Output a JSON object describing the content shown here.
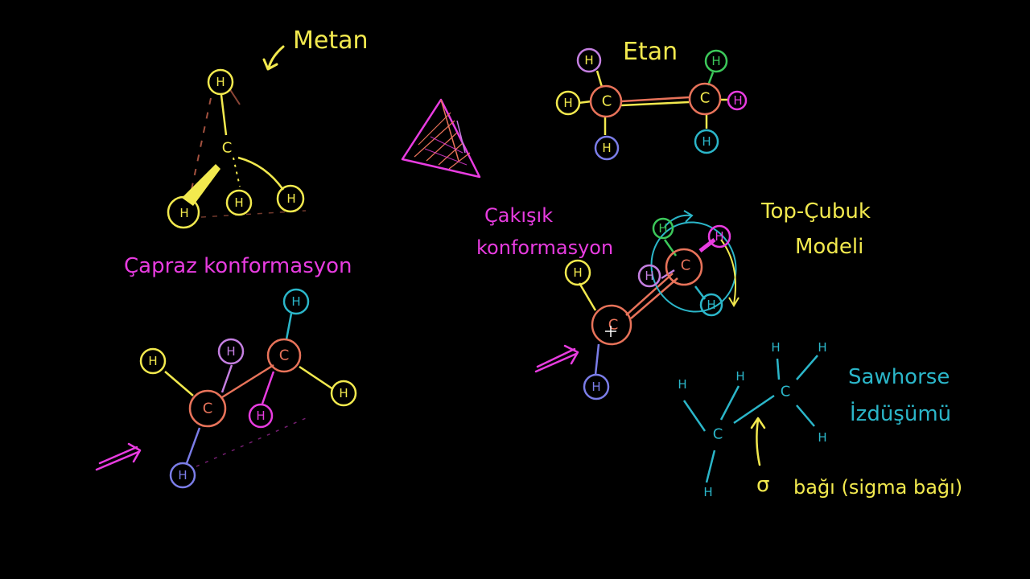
{
  "colors": {
    "background": "#000000",
    "yellow": "#f2e94e",
    "magenta": "#e83ce0",
    "salmon": "#e8735a",
    "cyan": "#2bb6c9",
    "lavender": "#c47fe0",
    "blue": "#7b7de8",
    "green": "#3cc85a"
  },
  "labels": {
    "metan": "Metan",
    "etan": "Etan",
    "capraz": "Çapraz konformasyon",
    "cakisik_1": "Çakışık",
    "cakisik_2": "konformasyon",
    "topcubuk_1": "Top-Çubuk",
    "topcubuk_2": "Modeli",
    "sawhorse_1": "Sawhorse",
    "sawhorse_2": "İzdüşümü",
    "sigma_symbol": "σ",
    "sigma_text": "bağı (sigma bağı)"
  },
  "atoms": {
    "hydrogen": "H",
    "carbon": "C"
  }
}
